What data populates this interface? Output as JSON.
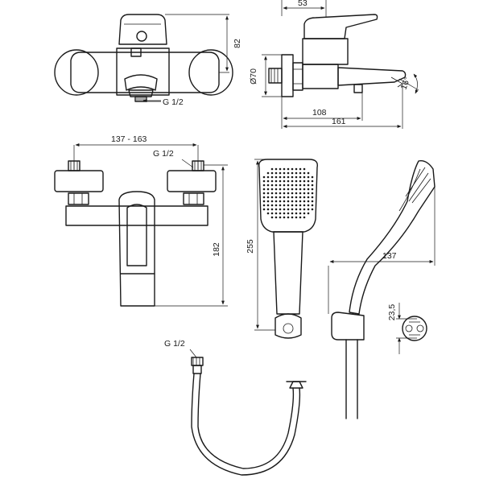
{
  "labels": {
    "dim_82": "82",
    "dim_53": "53",
    "dim_d70": "Ø70",
    "dim_16": "16°",
    "dim_108": "108",
    "dim_161": "161",
    "thread_top": "G 1/2",
    "dim_137_163": "137 - 163",
    "thread_mid": "G 1/2",
    "dim_182": "182",
    "dim_255": "255",
    "dim_137": "137",
    "dim_23_5": "23,5",
    "thread_hose": "G 1/2"
  }
}
